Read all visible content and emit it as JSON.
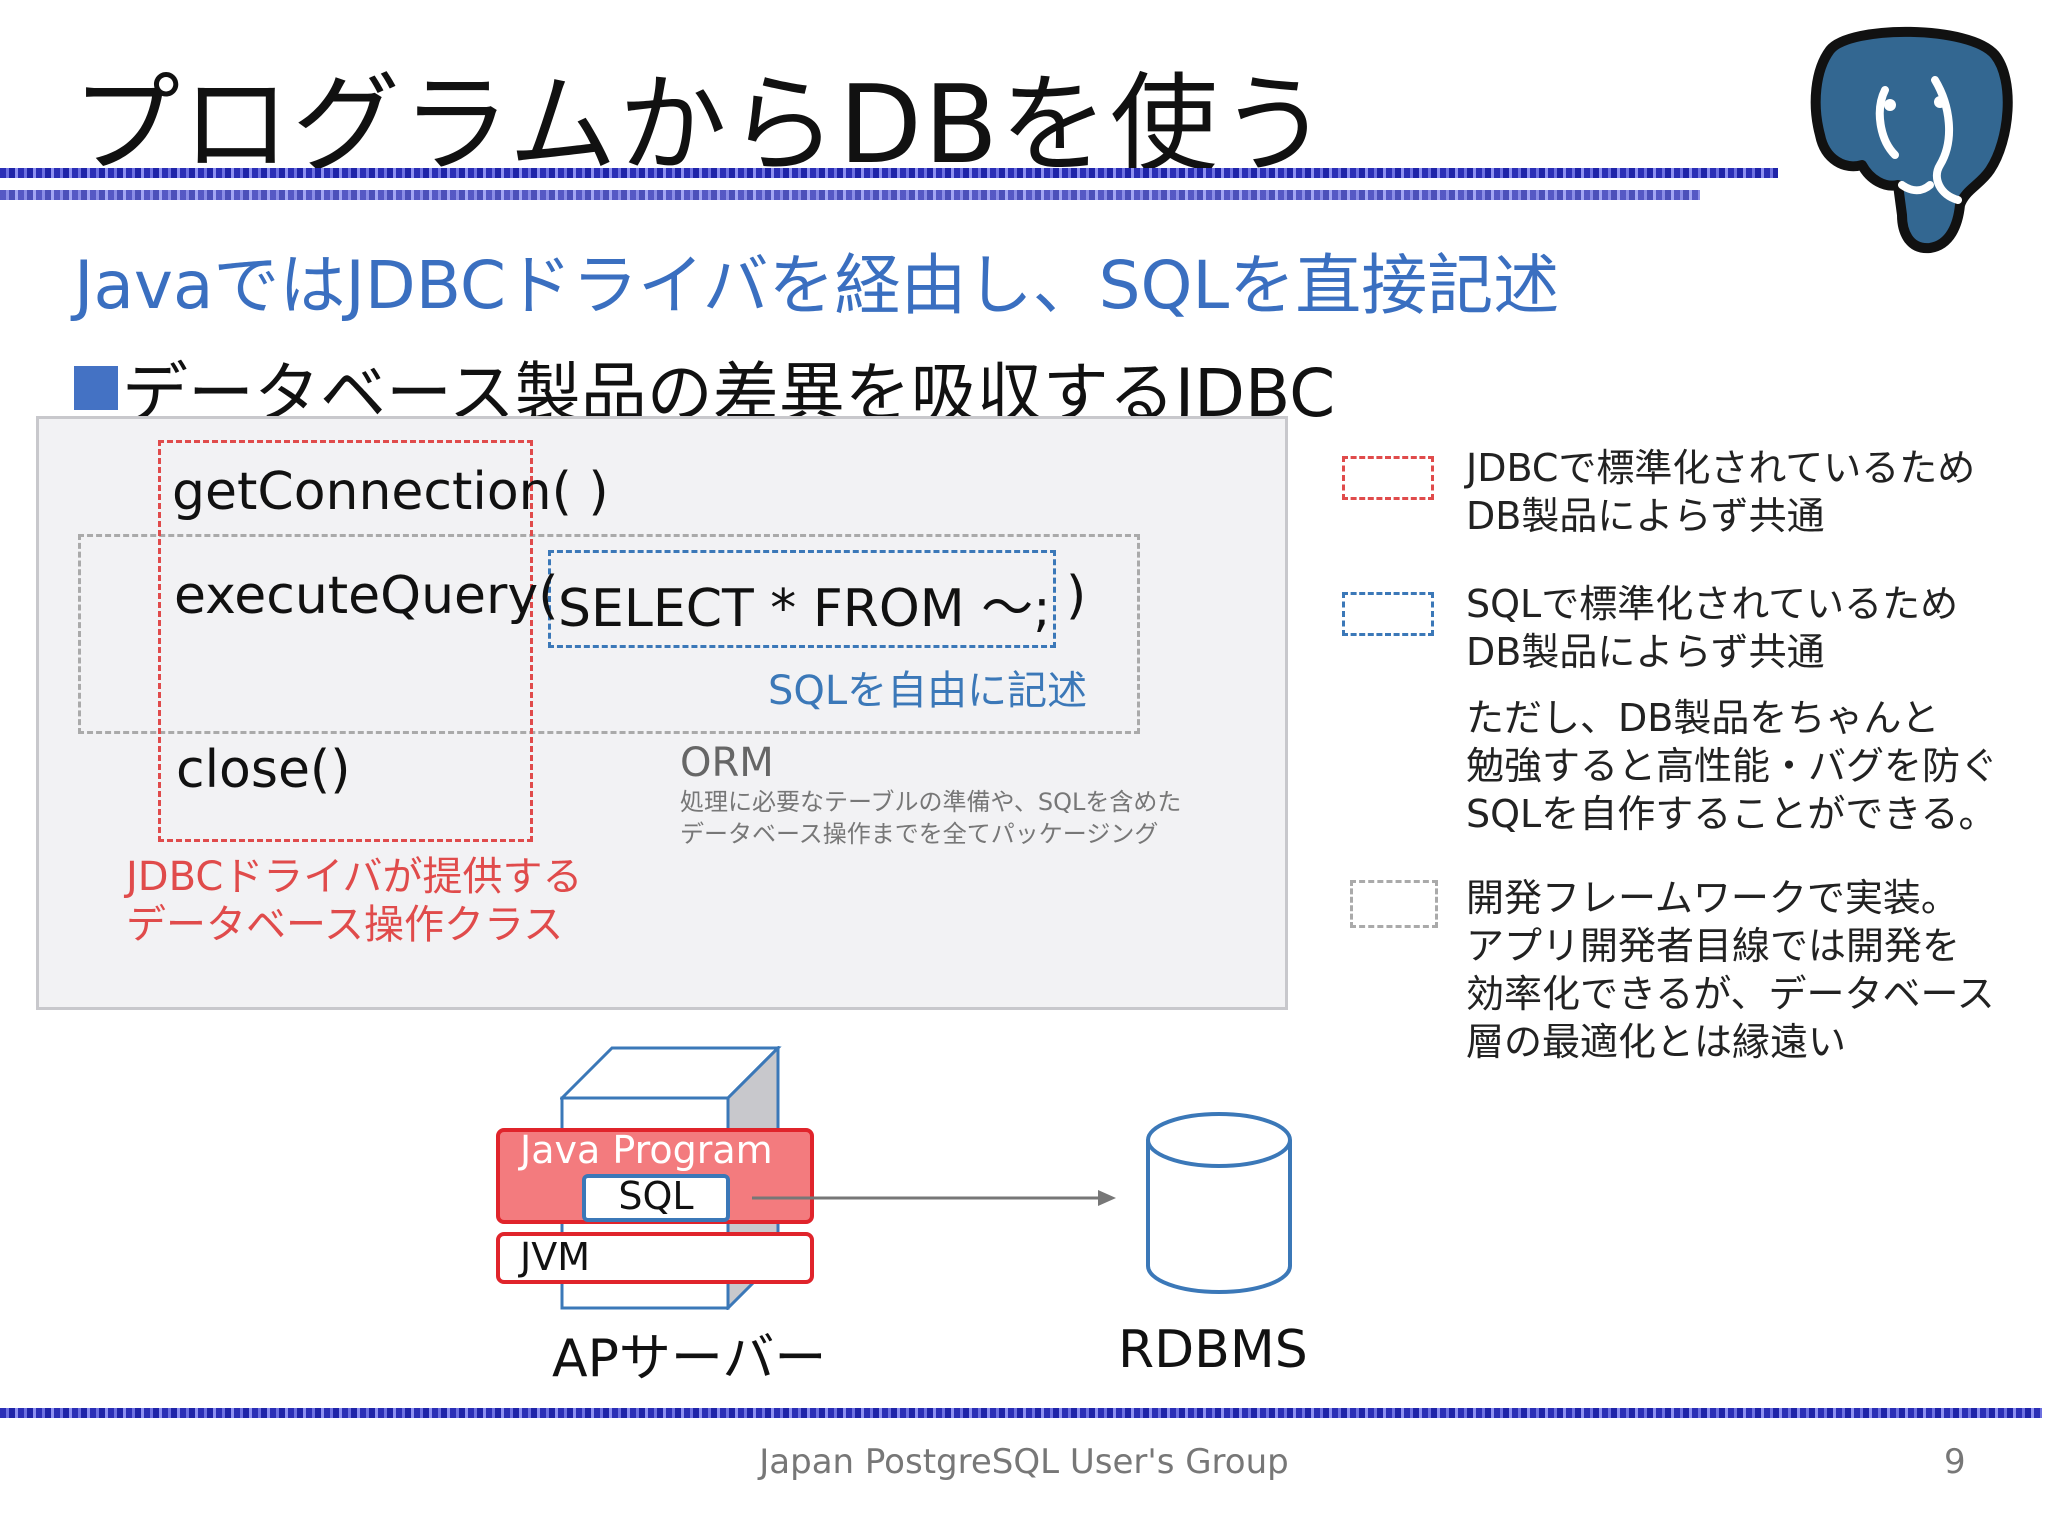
{
  "slide": {
    "title": "プログラムからDBを使う",
    "subtitle": "JavaではJDBCドライバを経由し、SQLを直接記述",
    "bullet": "データベース製品の差異を吸収するJDBC"
  },
  "code": {
    "get_connection": "getConnection( )",
    "execute_query": "executeQuery(",
    "sql_statement": "SELECT * FROM ～;",
    "close_paren": ")",
    "close": "close()",
    "sql_free_label": "SQLを自由に記述",
    "jdbc_class_line1": "JDBCドライバが提供する",
    "jdbc_class_line2": "データベース操作クラス",
    "orm_title": "ORM",
    "orm_desc_line1": "処理に必要なテーブルの準備や、SQLを含めた",
    "orm_desc_line2": "データベース操作までを全てパッケージング"
  },
  "legend": {
    "red_line1": "JDBCで標準化されているため",
    "red_line2": "DB製品によらず共通",
    "blue_line1": "SQLで標準化されているため",
    "blue_line2": "DB製品によらず共通",
    "note_line1": "ただし、DB製品をちゃんと",
    "note_line2": "勉強すると高性能・バグを防ぐ",
    "note_line3": "SQLを自作することができる。",
    "gray_line1": "開発フレームワークで実装。",
    "gray_line2": "アプリ開発者目線では開発を",
    "gray_line3": "効率化できるが、データベース",
    "gray_line4": "層の最適化とは縁遠い"
  },
  "diagram": {
    "java_program": "Java Program",
    "sql": "SQL",
    "jvm": "JVM",
    "ap_server": "APサーバー",
    "rdbms": "RDBMS"
  },
  "footer": {
    "org": "Japan PostgreSQL User's Group",
    "page": "9"
  },
  "colors": {
    "accent_blue": "#3a6fc0",
    "red": "#e04b4b",
    "blue": "#3b78b8",
    "gray": "#aaaaaa",
    "logo_blue": "#336791"
  },
  "icons": [
    "postgresql-elephant-logo",
    "bullet-square-icon",
    "server-cube-icon",
    "database-cylinder-icon",
    "arrow-right-icon"
  ]
}
